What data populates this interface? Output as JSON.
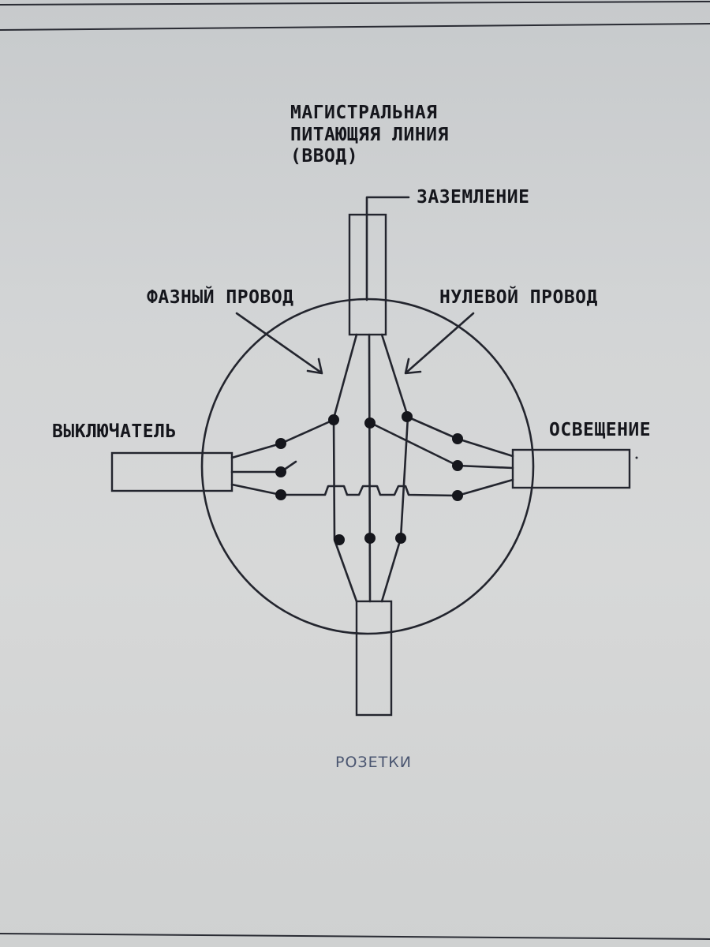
{
  "diagram": {
    "title_lines": [
      "МАГИСТРАЛЬНАЯ",
      "ПИТАЮЩЯЯ ЛИНИЯ",
      "(ВВОД)"
    ],
    "labels": {
      "ground": "ЗАЗЕМЛЕНИЕ",
      "phase_wire": "ФАЗНЫЙ ПРОВОД",
      "neutral_wire": "НУЛЕВОЙ ПРОВОД",
      "switch": "ВЫКЛЮЧАТЕЛЬ",
      "lighting": "ОСВЕЩЕНИЕ",
      "sockets": "РОЗЕТКИ"
    }
  }
}
